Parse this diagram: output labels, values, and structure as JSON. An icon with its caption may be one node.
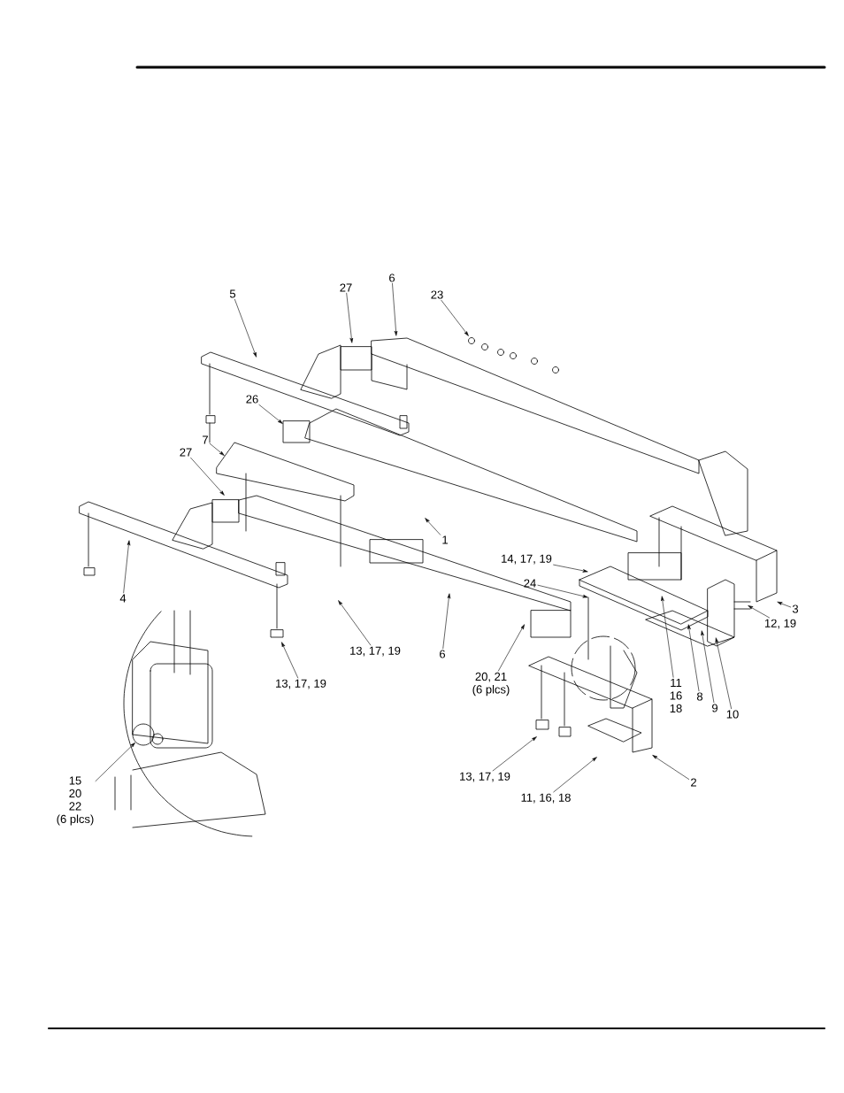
{
  "diagram": {
    "nodes": [
      {
        "text": [
          "5"
        ]
      },
      {
        "text": [
          "27"
        ]
      },
      {
        "text": [
          "6"
        ]
      },
      {
        "text": [
          "23"
        ]
      },
      {
        "text": [
          "26"
        ]
      },
      {
        "text": [
          "7"
        ]
      },
      {
        "text": [
          "27"
        ]
      },
      {
        "text": [
          "1"
        ]
      },
      {
        "text": [
          "4"
        ]
      },
      {
        "text": [
          "14, 17, 19"
        ]
      },
      {
        "text": [
          "24"
        ]
      },
      {
        "text": [
          "13, 17, 19"
        ]
      },
      {
        "text": [
          "6"
        ]
      },
      {
        "text": [
          "11",
          "16",
          "18"
        ]
      },
      {
        "text": [
          "8"
        ]
      },
      {
        "text": [
          "9"
        ]
      },
      {
        "text": [
          "10"
        ]
      },
      {
        "text": [
          "12, 19"
        ]
      },
      {
        "text": [
          "3"
        ]
      },
      {
        "text": [
          "20, 21",
          "(6 plcs)"
        ]
      },
      {
        "text": [
          "13, 17, 19"
        ]
      },
      {
        "text": [
          "11, 16, 18"
        ]
      },
      {
        "text": [
          "2"
        ]
      },
      {
        "text": [
          "15",
          "20",
          "22",
          "(6 plcs)"
        ]
      },
      {
        "text": [
          "13, 17, 19"
        ]
      },
      {
        "text": [],
        "shape": "circle"
      }
    ],
    "edges": [
      {
        "from": 0,
        "to": null,
        "arrow": "to"
      },
      {
        "from": 1,
        "to": null,
        "arrow": "to"
      },
      {
        "from": 2,
        "to": null,
        "arrow": "to"
      },
      {
        "from": 3,
        "to": null,
        "arrow": "to"
      },
      {
        "from": 4,
        "to": null,
        "arrow": "to"
      },
      {
        "from": 5,
        "to": null,
        "arrow": "to"
      },
      {
        "from": 6,
        "to": null,
        "arrow": "to"
      },
      {
        "from": 7,
        "to": null,
        "arrow": "to"
      },
      {
        "from": 8,
        "to": null,
        "arrow": "to"
      },
      {
        "from": 9,
        "to": null,
        "arrow": "to"
      },
      {
        "from": 10,
        "to": null,
        "arrow": "to"
      },
      {
        "from": 11,
        "to": null,
        "arrow": "to"
      },
      {
        "from": 12,
        "to": null,
        "arrow": "to"
      },
      {
        "from": 13,
        "to": null,
        "arrow": "to"
      },
      {
        "from": 14,
        "to": null,
        "arrow": "to"
      },
      {
        "from": 15,
        "to": null,
        "arrow": "to"
      },
      {
        "from": 16,
        "to": null,
        "arrow": "to"
      },
      {
        "from": 17,
        "to": null,
        "arrow": "to"
      },
      {
        "from": 18,
        "to": null,
        "arrow": "to"
      },
      {
        "from": 19,
        "to": null,
        "arrow": "to"
      },
      {
        "from": 20,
        "to": null,
        "arrow": "to"
      },
      {
        "from": 21,
        "to": null,
        "arrow": "to"
      },
      {
        "from": 22,
        "to": null,
        "arrow": "to"
      },
      {
        "from": 23,
        "to": 25,
        "arrow": "to"
      },
      {
        "from": 24,
        "to": null,
        "arrow": "to"
      }
    ]
  }
}
